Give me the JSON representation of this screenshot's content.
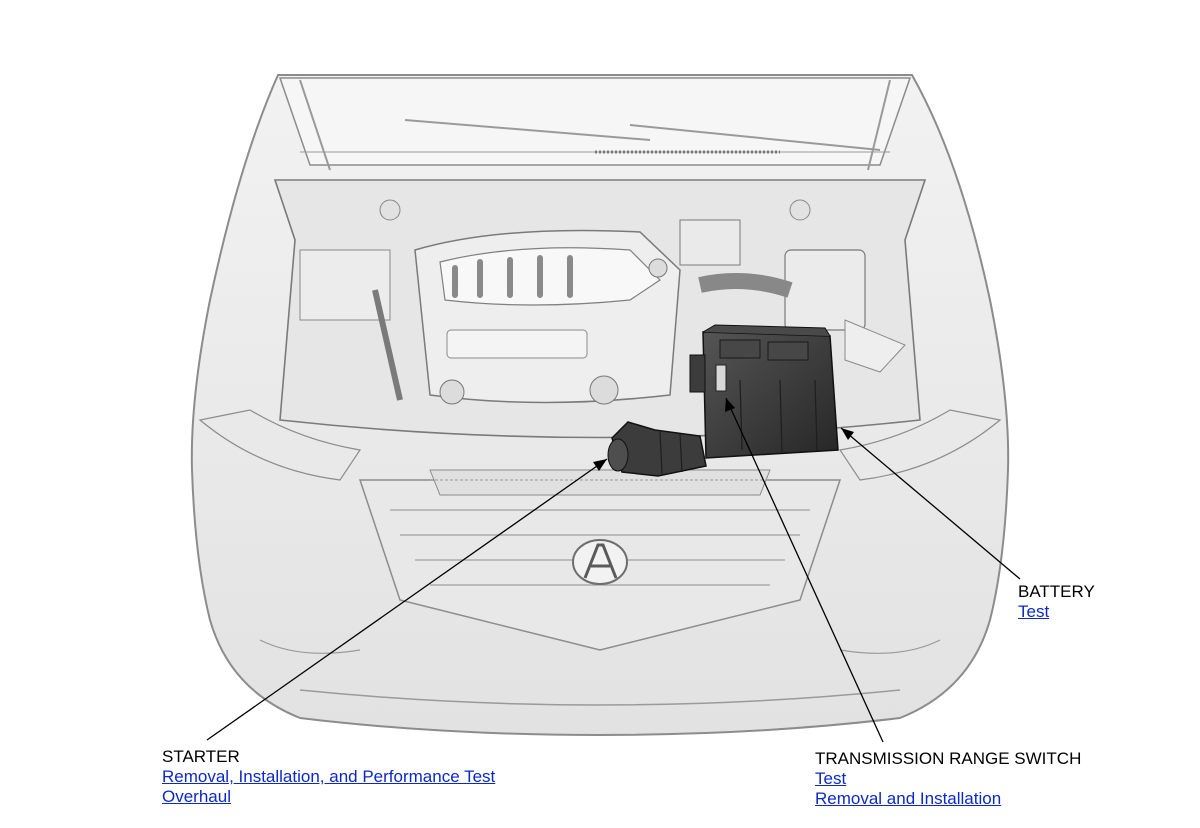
{
  "callouts": {
    "starter": {
      "title": "STARTER",
      "links": [
        "Removal, Installation, and Performance Test",
        "Overhaul"
      ]
    },
    "transmission_range_switch": {
      "title": "TRANSMISSION RANGE SWITCH",
      "links": [
        "Test",
        "Removal and Installation"
      ]
    },
    "battery": {
      "title": "BATTERY",
      "links": [
        "Test"
      ]
    }
  },
  "colors": {
    "link": "#0b28c8",
    "highlight_component": "#3a3a3a",
    "body_fill": "#efefef",
    "outline": "#8c8c8c"
  }
}
